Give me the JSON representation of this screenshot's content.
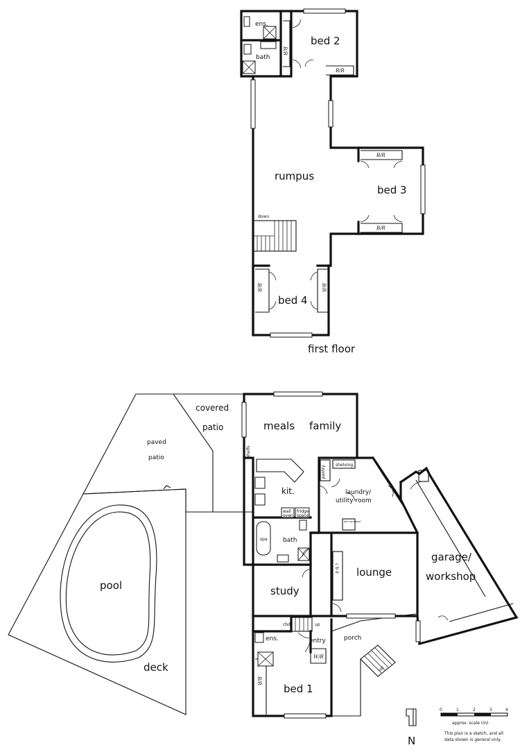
{
  "first_floor": {
    "title": "first floor",
    "rooms": {
      "ens": "ens.",
      "bath": "bath",
      "bed2": "bed 2",
      "rumpus": "rumpus",
      "bed3": "bed 3",
      "bed4": "bed 4",
      "down": "down",
      "bir": "B/R"
    }
  },
  "ground_floor": {
    "rooms": {
      "covered_patio_1": "covered",
      "covered_patio_2": "patio",
      "paved_patio_1": "paved",
      "paved_patio_2": "patio",
      "meals": "meals",
      "family": "family",
      "kit": "kit.",
      "pantry": "pantry",
      "shelving": "shelving",
      "shelfs": "shelfs",
      "laundry_1": "laundry/",
      "laundry_2": "utility room",
      "wall_oven_1": "wall",
      "wall_oven_2": "oven",
      "fridge_1": "fridge",
      "fridge_2": "space",
      "spa": "spa",
      "bath": "bath",
      "lounge": "lounge",
      "cbd_v": "c b d",
      "study": "study",
      "cbd": "cbd",
      "up": "up",
      "ens": "ens.",
      "entry": "entry",
      "wir": "W/R",
      "bed1": "bed 1",
      "porch": "porch",
      "garage_1": "garage/",
      "garage_2": "workshop",
      "pool": "pool",
      "deck": "deck",
      "bir": "B/R",
      "tall_cup": "tall cup board"
    }
  },
  "legend": {
    "north": "N",
    "scale_ticks": [
      "0",
      "1",
      "2",
      "3",
      "4"
    ],
    "scale_caption": "approx. scale (m)",
    "note_1": "This plan is a sketch, and all",
    "note_2": "data shown is general only."
  }
}
